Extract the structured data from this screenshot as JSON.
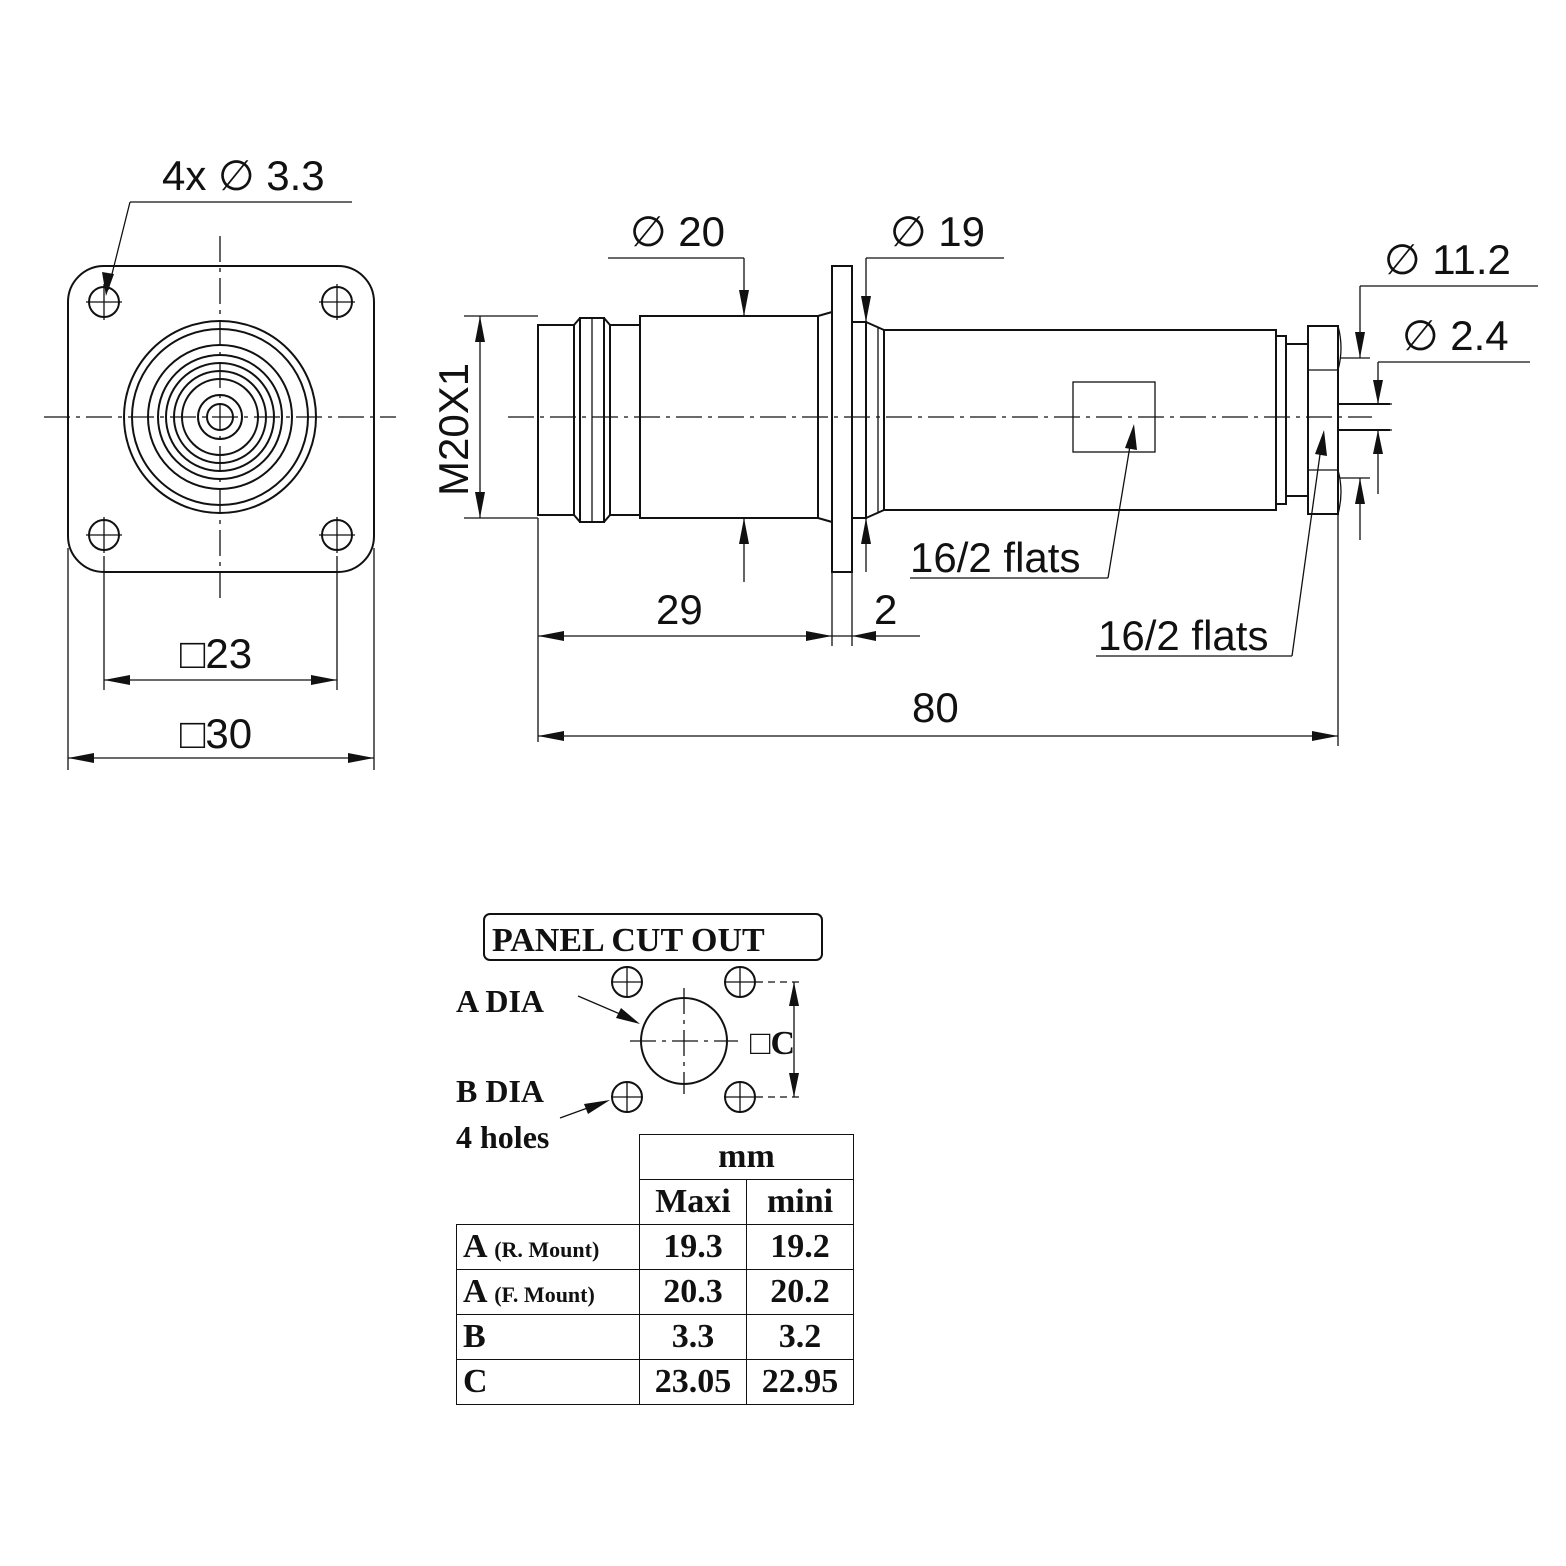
{
  "front_view": {
    "hole_callout": "4x ∅ 3.3",
    "inner_square": "□23",
    "outer_square": "□30"
  },
  "side_view": {
    "thread_label": "M20X1",
    "dia_body": "∅ 20",
    "dia_shoulder": "∅ 19",
    "dia_tail": "∅ 11.2",
    "dia_pin": "∅ 2.4",
    "flats_body": "16/2 flats",
    "flats_nut": "16/2 flats",
    "len_front": "29",
    "len_flange": "2",
    "len_total": "80"
  },
  "panel_cutout": {
    "title": "PANEL CUT OUT",
    "a_label": "A DIA",
    "b_label": "B DIA",
    "b_sub": "4 holes",
    "c_label": "□C"
  },
  "table": {
    "unit": "mm",
    "col_maxi": "Maxi",
    "col_mini": "mini",
    "rows": [
      {
        "key": "A",
        "note": "(R. Mount)",
        "maxi": "19.3",
        "mini": "19.2"
      },
      {
        "key": "A",
        "note": "(F. Mount)",
        "maxi": "20.3",
        "mini": "20.2"
      },
      {
        "key": "B",
        "note": "",
        "maxi": "3.3",
        "mini": "3.2"
      },
      {
        "key": "C",
        "note": "",
        "maxi": "23.05",
        "mini": "22.95"
      }
    ]
  }
}
